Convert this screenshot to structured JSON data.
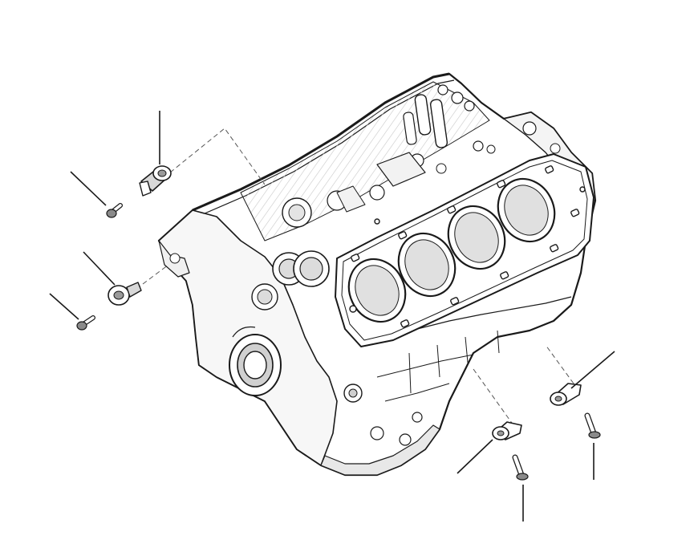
{
  "diagram": {
    "type": "exploded-parts-illustration",
    "subject": "v8-engine-cylinder-block",
    "line_color": "#1a1a1a",
    "fill_color": "#ffffff",
    "shade_color": "#e6e6e6",
    "dark_color": "#8a8a8a",
    "parts": [
      {
        "name": "cylinder-block"
      },
      {
        "name": "cylinder-head-gasket-surface"
      },
      {
        "name": "knock-sensor-upper-left"
      },
      {
        "name": "knock-sensor-bolt-upper-left"
      },
      {
        "name": "knock-sensor-lower-left"
      },
      {
        "name": "knock-sensor-bolt-lower-left"
      },
      {
        "name": "knock-sensor-bottom-center"
      },
      {
        "name": "knock-sensor-bolt-bottom-center"
      },
      {
        "name": "knock-sensor-bottom-right"
      },
      {
        "name": "knock-sensor-bolt-bottom-right"
      }
    ],
    "callout_count": 8,
    "labels_printed": false
  }
}
